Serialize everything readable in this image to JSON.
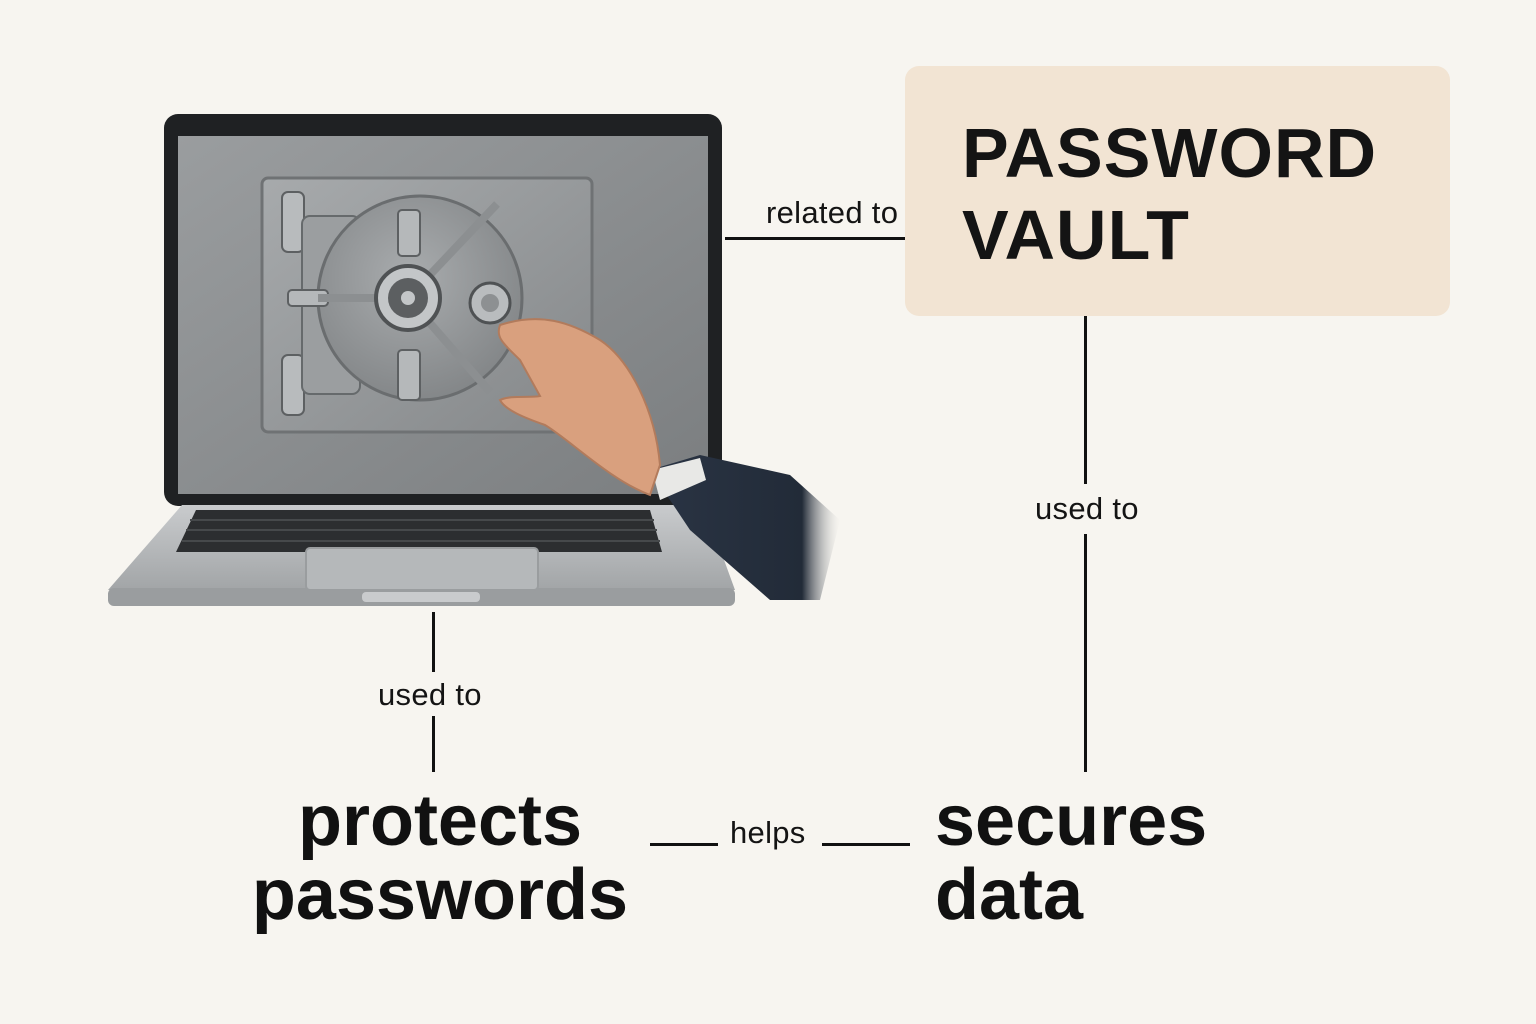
{
  "nodes": {
    "vault": {
      "label": "PASSWORD\nVAULT",
      "fill": "#f2e4d3"
    },
    "protects": {
      "label": "protects\npasswords"
    },
    "secures": {
      "label": "secures\ndata"
    }
  },
  "edges": {
    "related": {
      "label": "related to"
    },
    "used_left": {
      "label": "used to"
    },
    "used_right": {
      "label": "used to"
    },
    "helps": {
      "label": "helps"
    }
  },
  "illustration": {
    "icon": "laptop-vault-icon"
  },
  "colors": {
    "background": "#f7f5f0",
    "lines": "#111111"
  }
}
